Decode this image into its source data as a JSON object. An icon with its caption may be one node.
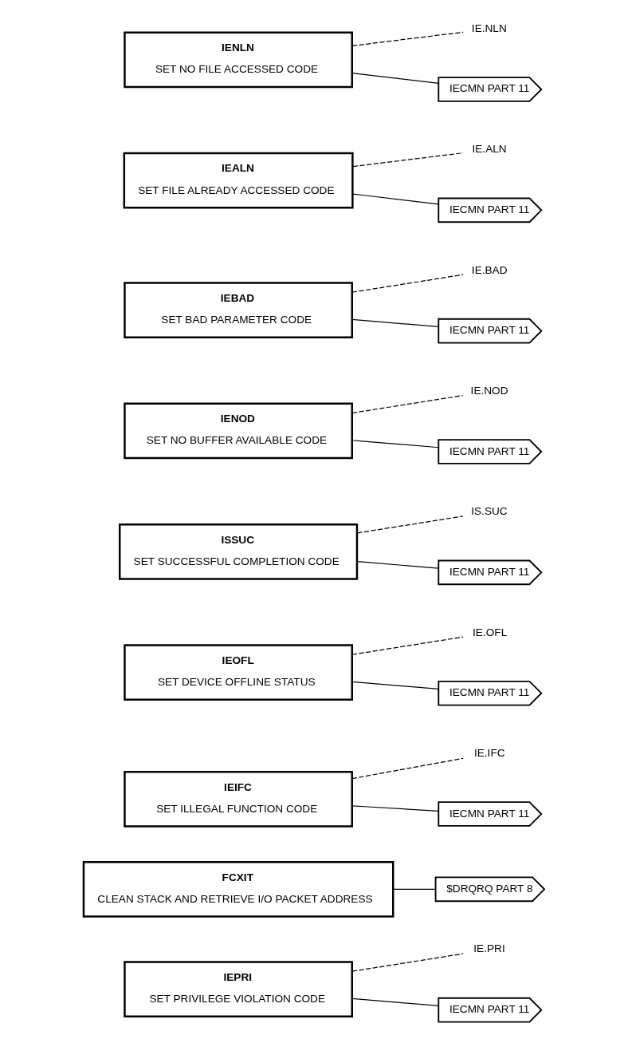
{
  "diagram": {
    "nodes": [
      {
        "text": [
          "IEPRI",
          "SET PRIVILEGE VIOLATION CODE"
        ]
      },
      {
        "text": [
          "IE.PRI"
        ]
      },
      {
        "text": [
          "IECMN PART 11"
        ]
      },
      {
        "text": [
          "FCXIT",
          "CLEAN STACK AND RETRIEVE I/O PACKET ADDRESS"
        ]
      },
      {
        "text": [
          "$DRQRQ PART 8"
        ]
      },
      {
        "text": [
          "IEIFC",
          "SET ILLEGAL FUNCTION CODE"
        ]
      },
      {
        "text": [
          "IE.IFC"
        ]
      },
      {
        "text": [
          "IECMN PART 11"
        ]
      },
      {
        "text": [
          "IEOFL",
          "SET DEVICE OFFLINE STATUS"
        ]
      },
      {
        "text": [
          "IE.OFL"
        ]
      },
      {
        "text": [
          "IECMN PART 11"
        ]
      },
      {
        "text": [
          "ISSUC",
          "SET SUCCESSFUL COMPLETION CODE"
        ]
      },
      {
        "text": [
          "IS.SUC"
        ]
      },
      {
        "text": [
          "IECMN PART 11"
        ]
      },
      {
        "text": [
          "IENOD",
          "SET NO BUFFER AVAILABLE CODE"
        ]
      },
      {
        "text": [
          "IE.NOD"
        ]
      },
      {
        "text": [
          "IECMN PART 11"
        ]
      },
      {
        "text": [
          "IEBAD",
          "SET BAD PARAMETER CODE"
        ]
      },
      {
        "text": [
          "IE.BAD"
        ]
      },
      {
        "text": [
          "IECMN PART 11"
        ]
      },
      {
        "text": [
          "IEALN",
          "SET FILE ALREADY ACCESSED CODE"
        ]
      },
      {
        "text": [
          "IE.ALN"
        ]
      },
      {
        "text": [
          "IECMN PART 11"
        ]
      },
      {
        "text": [
          "IENLN",
          "SET NO FILE ACCESSED CODE"
        ]
      },
      {
        "text": [
          "IE.NLN"
        ]
      },
      {
        "text": [
          "IECMN PART 11"
        ]
      }
    ],
    "edges": [
      {
        "from": 0,
        "to": 1,
        "arrow": "none",
        "style": "dashed"
      },
      {
        "from": 0,
        "to": 2,
        "arrow": "none"
      },
      {
        "from": 3,
        "to": 4,
        "arrow": "none"
      },
      {
        "from": 5,
        "to": 6,
        "arrow": "none",
        "style": "dashed"
      },
      {
        "from": 5,
        "to": 7,
        "arrow": "none"
      },
      {
        "from": 8,
        "to": 9,
        "arrow": "none",
        "style": "dashed"
      },
      {
        "from": 8,
        "to": 10,
        "arrow": "none"
      },
      {
        "from": 11,
        "to": 12,
        "arrow": "none",
        "style": "dashed"
      },
      {
        "from": 11,
        "to": 13,
        "arrow": "none"
      },
      {
        "from": 14,
        "to": 15,
        "arrow": "none",
        "style": "dashed"
      },
      {
        "from": 14,
        "to": 16,
        "arrow": "none"
      },
      {
        "from": 17,
        "to": 18,
        "arrow": "none",
        "style": "dashed"
      },
      {
        "from": 17,
        "to": 19,
        "arrow": "none"
      },
      {
        "from": 20,
        "to": 21,
        "arrow": "none",
        "style": "dashed"
      },
      {
        "from": 20,
        "to": 22,
        "arrow": "none"
      },
      {
        "from": 23,
        "to": 24,
        "arrow": "none",
        "style": "dashed"
      },
      {
        "from": 23,
        "to": 25,
        "arrow": "none"
      }
    ]
  }
}
